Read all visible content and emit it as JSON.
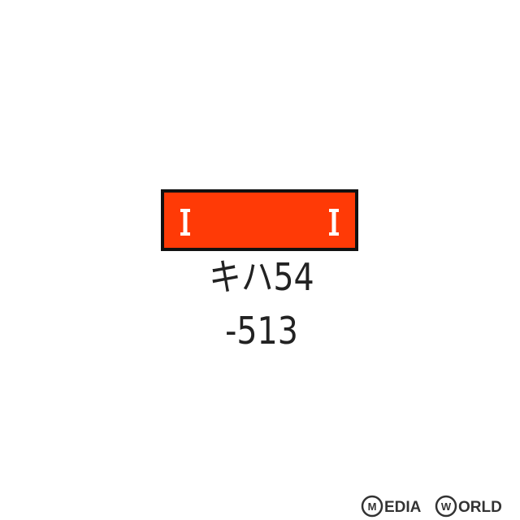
{
  "car": {
    "body_color": "#ff3a06",
    "border_color": "#111111",
    "door_marker_color": "#ffffff",
    "door_marker_icon": "door-marker-icon",
    "type_label": "キハ54",
    "number_label": "-513"
  },
  "watermark": {
    "text": "MEDIAWORLD",
    "color": "#333333"
  }
}
